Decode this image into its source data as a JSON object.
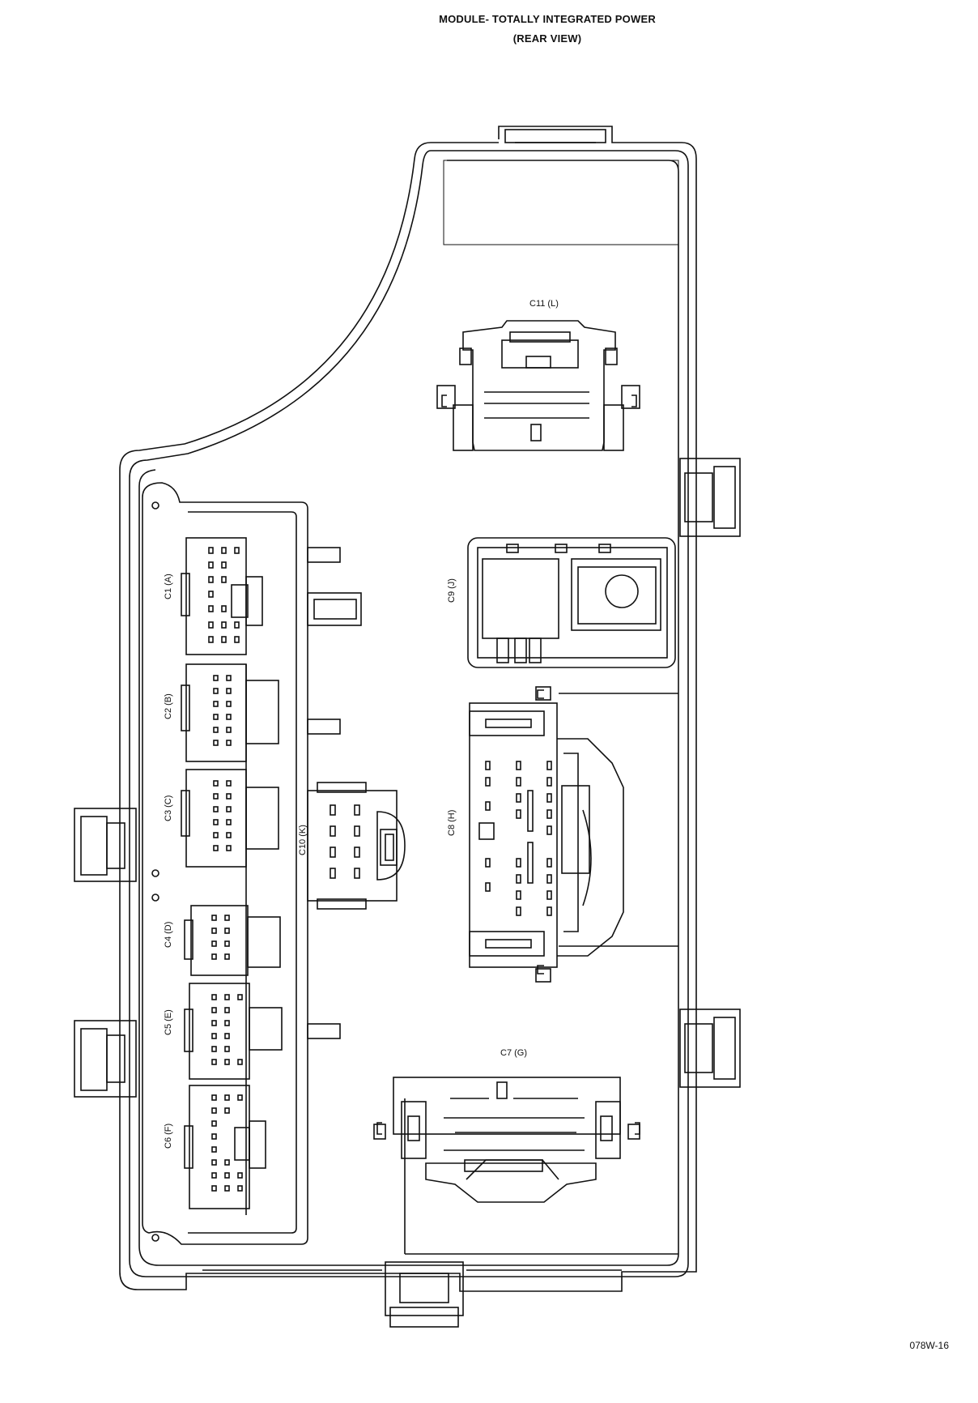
{
  "title": {
    "line1": "MODULE- TOTALLY INTEGRATED POWER",
    "line2": "(REAR VIEW)"
  },
  "connectors": {
    "c1": "C1 (A)",
    "c2": "C2 (B)",
    "c3": "C3 (C)",
    "c4": "C4 (D)",
    "c5": "C5 (E)",
    "c6": "C6 (F)",
    "c7": "C7 (G)",
    "c8": "C8 (H)",
    "c9": "C9 (J)",
    "c10": "C10 (K)",
    "c11": "C11 (L)"
  },
  "figure_code": "078W-16"
}
